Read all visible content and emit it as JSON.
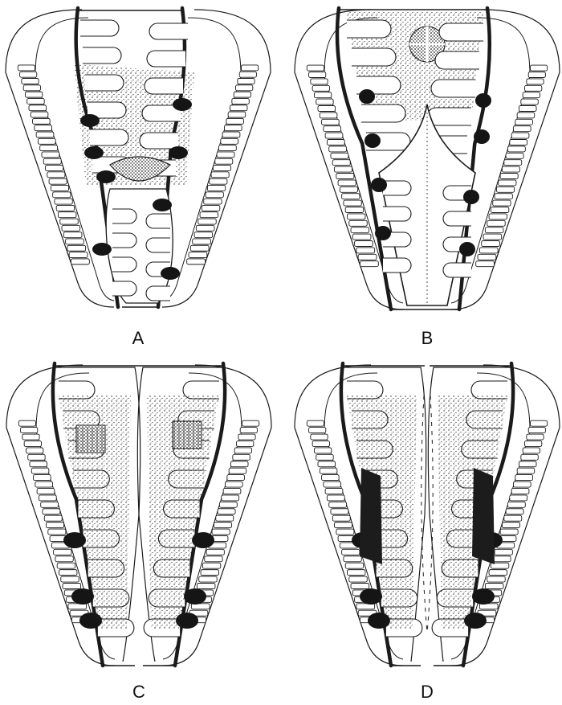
{
  "figure": {
    "panels": [
      {
        "id": "A",
        "label": "A",
        "variant": "intact"
      },
      {
        "id": "B",
        "label": "B",
        "variant": "cleft"
      },
      {
        "id": "C",
        "label": "C",
        "variant": "split"
      },
      {
        "id": "D",
        "label": "D",
        "variant": "split-separated"
      }
    ],
    "colors": {
      "ink": "#1a1a1a",
      "paper": "#ffffff",
      "stipple": "#2a2a2a"
    }
  }
}
